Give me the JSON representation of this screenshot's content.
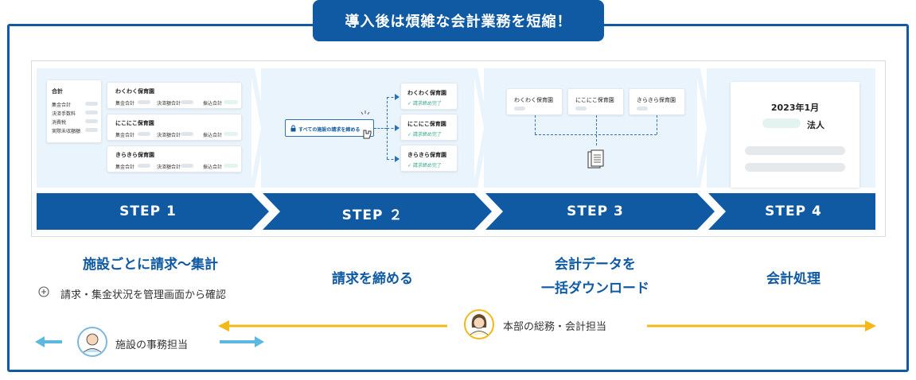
{
  "banner": {
    "title": "導入後は煩雑な会計業務を短縮！"
  },
  "steps": [
    {
      "label": "STEP 1",
      "caption": "施設ごとに請求〜集計",
      "sub": "請求・集金状況を管理画面から確認"
    },
    {
      "label": "STEP ２",
      "caption": "請求を締める"
    },
    {
      "label": "STEP 3",
      "caption_line1": "会計データを",
      "caption_line2": "一括ダウンロード"
    },
    {
      "label": "STEP 4",
      "caption": "会計処理"
    }
  ],
  "step1": {
    "summary": {
      "title": "合計",
      "rows": [
        "集金合計",
        "決済手数料",
        "消費税",
        "実際未収額額"
      ]
    },
    "facilities": [
      {
        "name": "わくわく保育園",
        "cols": [
          "集金合計",
          "決済額合計",
          "振込合計"
        ]
      },
      {
        "name": "にこにこ保育園",
        "cols": [
          "集金合計",
          "決済額合計",
          "振込合計"
        ]
      },
      {
        "name": "きらきら保育園",
        "cols": [
          "集金合計",
          "決済額合計",
          "振込合計"
        ]
      }
    ]
  },
  "step2": {
    "button": "すべての施設の請求を締める",
    "facilities": [
      {
        "name": "わくわく保育園",
        "status": "✓ 請求締め完了"
      },
      {
        "name": "にこにこ保育園",
        "status": "✓ 請求締め完了"
      },
      {
        "name": "きらきら保育園",
        "status": "✓ 請求締め完了"
      }
    ]
  },
  "step3": {
    "facilities": [
      "わくわく保育園",
      "にこにこ保育園",
      "きらきら保育園"
    ]
  },
  "step4": {
    "date": "2023年1月",
    "corp": "法人"
  },
  "roles": {
    "facility": "施設の事務担当",
    "hq": "本部の総務・会計担当"
  },
  "colors": {
    "primary": "#0f5aa3",
    "arrow_yellow": "#f4b818",
    "arrow_cyan": "#5bb8e0",
    "panel_bg": "#eaf4fc"
  },
  "icons": {
    "lock": "lock-icon",
    "cursor": "hand-cursor-icon",
    "document": "document-icon",
    "plus": "plus-circle-icon"
  }
}
